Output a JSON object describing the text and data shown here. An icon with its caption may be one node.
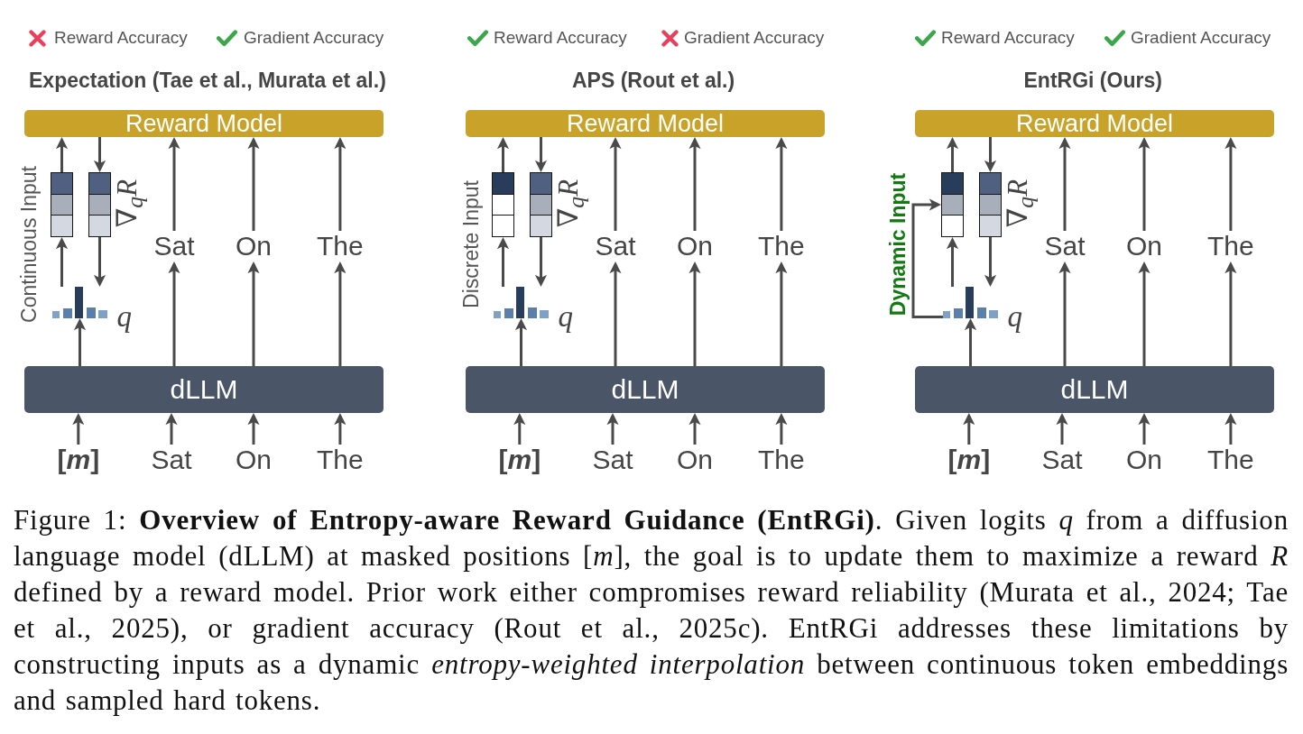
{
  "diagram": {
    "caption": "Figure 1: **Overview of Entropy-aware Reward Guidance (EntRGi)**. Given logits *q* from a diffusion language model (dLLM) at masked positions [*m*], the goal is to update them to maximize a reward *R* defined by a reward model. Prior work either compromises reward reliability (Murata et al., 2024; Tae et al., 2025), or gradient accuracy (Rout et al., 2025c). EntRGi addresses these limitations by constructing inputs as a dynamic *entropy-weighted interpolation* between continuous token embeddings and sampled hard tokens.",
    "nodes": [
      {
        "text": [
          "Reward Model"
        ]
      },
      {
        "text": [],
        "shape": "box",
        "beside": [
          "Continuous Input"
        ]
      },
      {
        "text": [],
        "shape": "box",
        "beside": [
          "∇$_{q}$R"
        ]
      },
      {
        "text": [
          "Sat"
        ]
      },
      {
        "text": [
          "On"
        ]
      },
      {
        "text": [
          "The"
        ]
      },
      {
        "text": [],
        "shape": "picture",
        "beside": [
          "q"
        ]
      },
      {
        "text": [
          "dLLM"
        ]
      },
      {
        "text": [
          "[*m*]"
        ]
      },
      {
        "text": [
          "Sat"
        ]
      },
      {
        "text": [
          "On"
        ]
      },
      {
        "text": [
          "The"
        ]
      },
      {
        "text": [
          "Reward Model"
        ]
      },
      {
        "text": [],
        "shape": "box",
        "beside": [
          "Discrete Input"
        ]
      },
      {
        "text": [],
        "shape": "box",
        "beside": [
          "∇$_{q}$R"
        ]
      },
      {
        "text": [
          "Sat"
        ]
      },
      {
        "text": [
          "On"
        ]
      },
      {
        "text": [
          "The"
        ]
      },
      {
        "text": [],
        "shape": "picture",
        "beside": [
          "q"
        ]
      },
      {
        "text": [
          "dLLM"
        ]
      },
      {
        "text": [
          "[*m*]"
        ]
      },
      {
        "text": [
          "Sat"
        ]
      },
      {
        "text": [
          "On"
        ]
      },
      {
        "text": [
          "The"
        ]
      },
      {
        "text": [
          "Reward Model"
        ]
      },
      {
        "text": [],
        "shape": "box",
        "beside": [
          "Dynamic Input"
        ]
      },
      {
        "text": [],
        "shape": "box",
        "beside": [
          "∇$_{q}$R"
        ]
      },
      {
        "text": [
          "Sat"
        ]
      },
      {
        "text": [
          "On"
        ]
      },
      {
        "text": [
          "The"
        ]
      },
      {
        "text": [],
        "shape": "picture",
        "beside": [
          "q"
        ]
      },
      {
        "text": [
          "dLLM"
        ]
      },
      {
        "text": [
          "[*m*]"
        ]
      },
      {
        "text": [
          "Sat"
        ]
      },
      {
        "text": [
          "On"
        ]
      },
      {
        "text": [
          "The"
        ]
      }
    ],
    "edges": [
      {
        "from": 8,
        "to": 7,
        "arrow": "to"
      },
      {
        "from": 9,
        "to": 7,
        "arrow": "to"
      },
      {
        "from": 10,
        "to": 7,
        "arrow": "to"
      },
      {
        "from": 11,
        "to": 7,
        "arrow": "to"
      },
      {
        "from": 7,
        "to": 6,
        "arrow": "to"
      },
      {
        "from": 6,
        "to": 1,
        "arrow": "to"
      },
      {
        "from": 1,
        "to": 0,
        "arrow": "to"
      },
      {
        "from": 0,
        "to": 2,
        "arrow": "to"
      },
      {
        "from": 2,
        "to": 6,
        "arrow": "to"
      },
      {
        "from": 7,
        "to": 3,
        "arrow": "to"
      },
      {
        "from": 3,
        "to": 0,
        "arrow": "to"
      },
      {
        "from": 7,
        "to": 4,
        "arrow": "to"
      },
      {
        "from": 4,
        "to": 0,
        "arrow": "to"
      },
      {
        "from": 7,
        "to": 5,
        "arrow": "to"
      },
      {
        "from": 5,
        "to": 0,
        "arrow": "to"
      },
      {
        "from": 20,
        "to": 19,
        "arrow": "to"
      },
      {
        "from": 21,
        "to": 19,
        "arrow": "to"
      },
      {
        "from": 22,
        "to": 19,
        "arrow": "to"
      },
      {
        "from": 23,
        "to": 19,
        "arrow": "to"
      },
      {
        "from": 19,
        "to": 18,
        "arrow": "to"
      },
      {
        "from": 18,
        "to": 13,
        "arrow": "to"
      },
      {
        "from": 13,
        "to": 12,
        "arrow": "to"
      },
      {
        "from": 12,
        "to": 14,
        "arrow": "to"
      },
      {
        "from": 14,
        "to": 18,
        "arrow": "to"
      },
      {
        "from": 19,
        "to": 15,
        "arrow": "to"
      },
      {
        "from": 15,
        "to": 12,
        "arrow": "to"
      },
      {
        "from": 19,
        "to": 16,
        "arrow": "to"
      },
      {
        "from": 16,
        "to": 12,
        "arrow": "to"
      },
      {
        "from": 19,
        "to": 17,
        "arrow": "to"
      },
      {
        "from": 17,
        "to": 12,
        "arrow": "to"
      },
      {
        "from": 32,
        "to": 31,
        "arrow": "to"
      },
      {
        "from": 33,
        "to": 31,
        "arrow": "to"
      },
      {
        "from": 34,
        "to": 31,
        "arrow": "to"
      },
      {
        "from": 35,
        "to": 31,
        "arrow": "to"
      },
      {
        "from": 31,
        "to": 30,
        "arrow": "to"
      },
      {
        "from": 30,
        "to": 25,
        "arrow": "to"
      },
      {
        "from": 30,
        "to": 25,
        "arrow": "to"
      },
      {
        "from": 25,
        "to": 24,
        "arrow": "to"
      },
      {
        "from": 24,
        "to": 26,
        "arrow": "to"
      },
      {
        "from": 26,
        "to": 30,
        "arrow": "to"
      },
      {
        "from": 31,
        "to": 27,
        "arrow": "to"
      },
      {
        "from": 27,
        "to": 24,
        "arrow": "to"
      },
      {
        "from": 31,
        "to": 28,
        "arrow": "to"
      },
      {
        "from": 28,
        "to": 24,
        "arrow": "to"
      },
      {
        "from": 31,
        "to": 29,
        "arrow": "to"
      },
      {
        "from": 29,
        "to": 24,
        "arrow": "to"
      }
    ],
    "labels": [
      "Expectation (Tae et al., Murata et al.)",
      "APS (Rout et al.)",
      "EntRGi (Ours)"
    ],
    "legend": [
      {
        "text": "Reward Accuracy",
        "color": "#e8405a"
      },
      {
        "text": "Gradient Accuracy",
        "color": "#3aa84a"
      },
      {
        "text": "Reward Accuracy",
        "color": "#3aa84a"
      },
      {
        "text": "Gradient Accuracy",
        "color": "#e8405a"
      },
      {
        "text": "Reward Accuracy",
        "color": "#3aa84a"
      },
      {
        "text": "Gradient Accuracy",
        "color": "#3aa84a"
      }
    ]
  }
}
